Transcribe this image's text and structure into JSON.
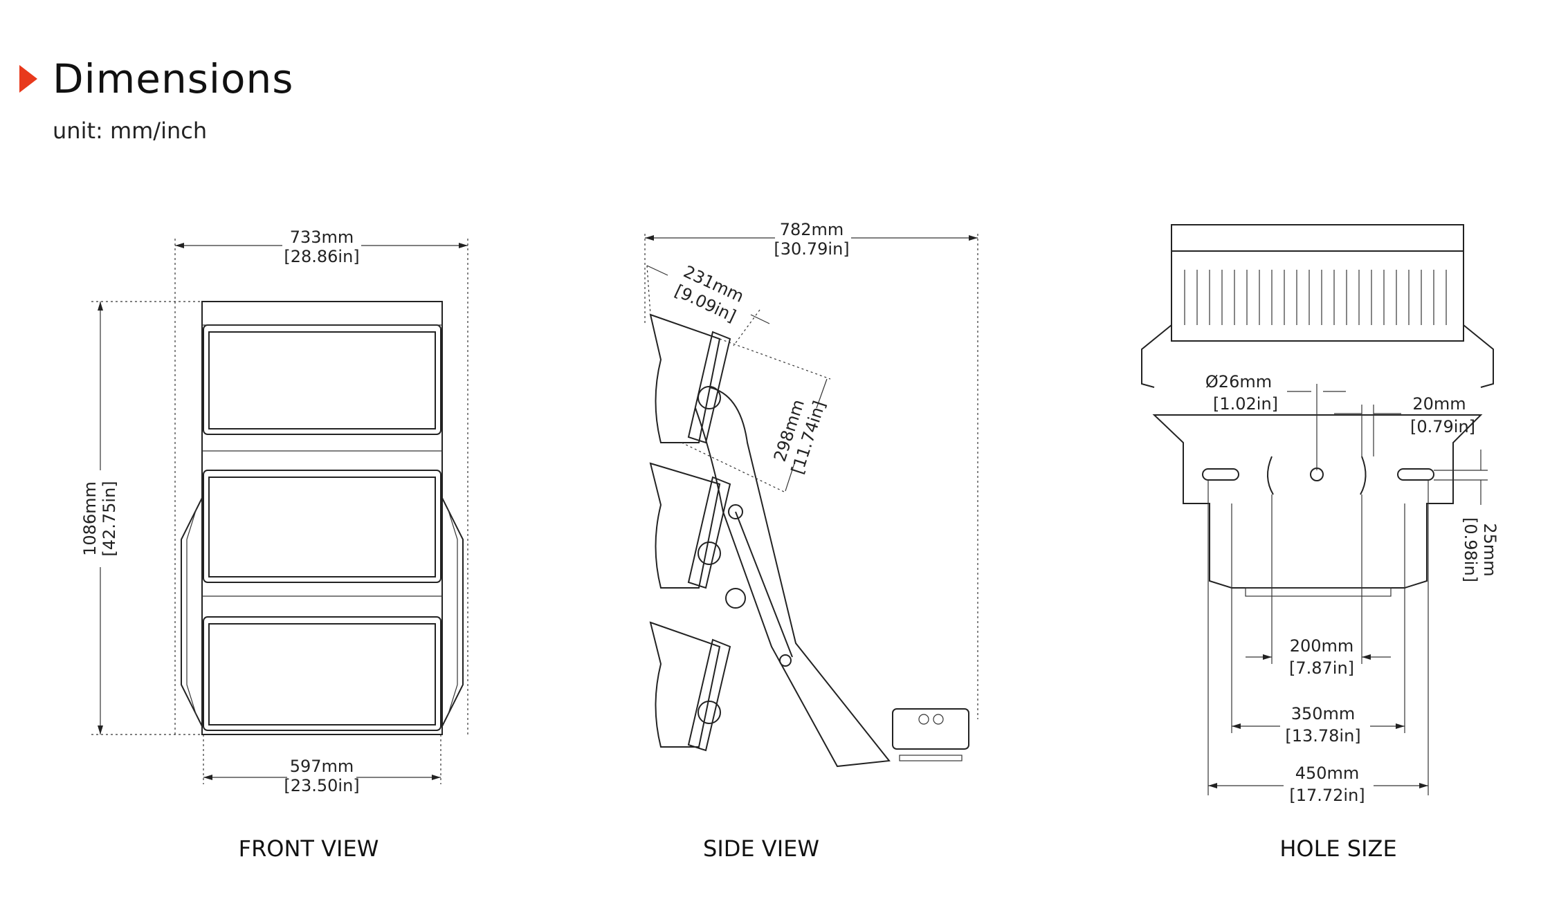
{
  "header": {
    "title": "Dimensions",
    "unit": "unit: mm/inch"
  },
  "colors": {
    "accent": "#e8391c",
    "line": "#222222"
  },
  "views": {
    "front": {
      "label": "FRONT VIEW",
      "width_top": {
        "mm": "733mm",
        "in": "[28.86in]"
      },
      "height": {
        "mm": "1086mm",
        "in": "[42.75in]"
      },
      "width_bottom": {
        "mm": "597mm",
        "in": "[23.50in]"
      }
    },
    "side": {
      "label": "SIDE VIEW",
      "overall": {
        "mm": "782mm",
        "in": "[30.79in]"
      },
      "depth": {
        "mm": "231mm",
        "in": "[9.09in]"
      },
      "panel": {
        "mm": "298mm",
        "in": "[11.74in]"
      }
    },
    "hole": {
      "label": "HOLE SIZE",
      "diameter": {
        "mm": "Ø26mm",
        "in": "[1.02in]"
      },
      "slot": {
        "mm": "20mm",
        "in": "[0.79in]"
      },
      "slot_len": {
        "mm": "25mm",
        "in": "[0.98in]"
      },
      "d200": {
        "mm": "200mm",
        "in": "[7.87in]"
      },
      "d350": {
        "mm": "350mm",
        "in": "[13.78in]"
      },
      "d450": {
        "mm": "450mm",
        "in": "[17.72in]"
      }
    }
  }
}
